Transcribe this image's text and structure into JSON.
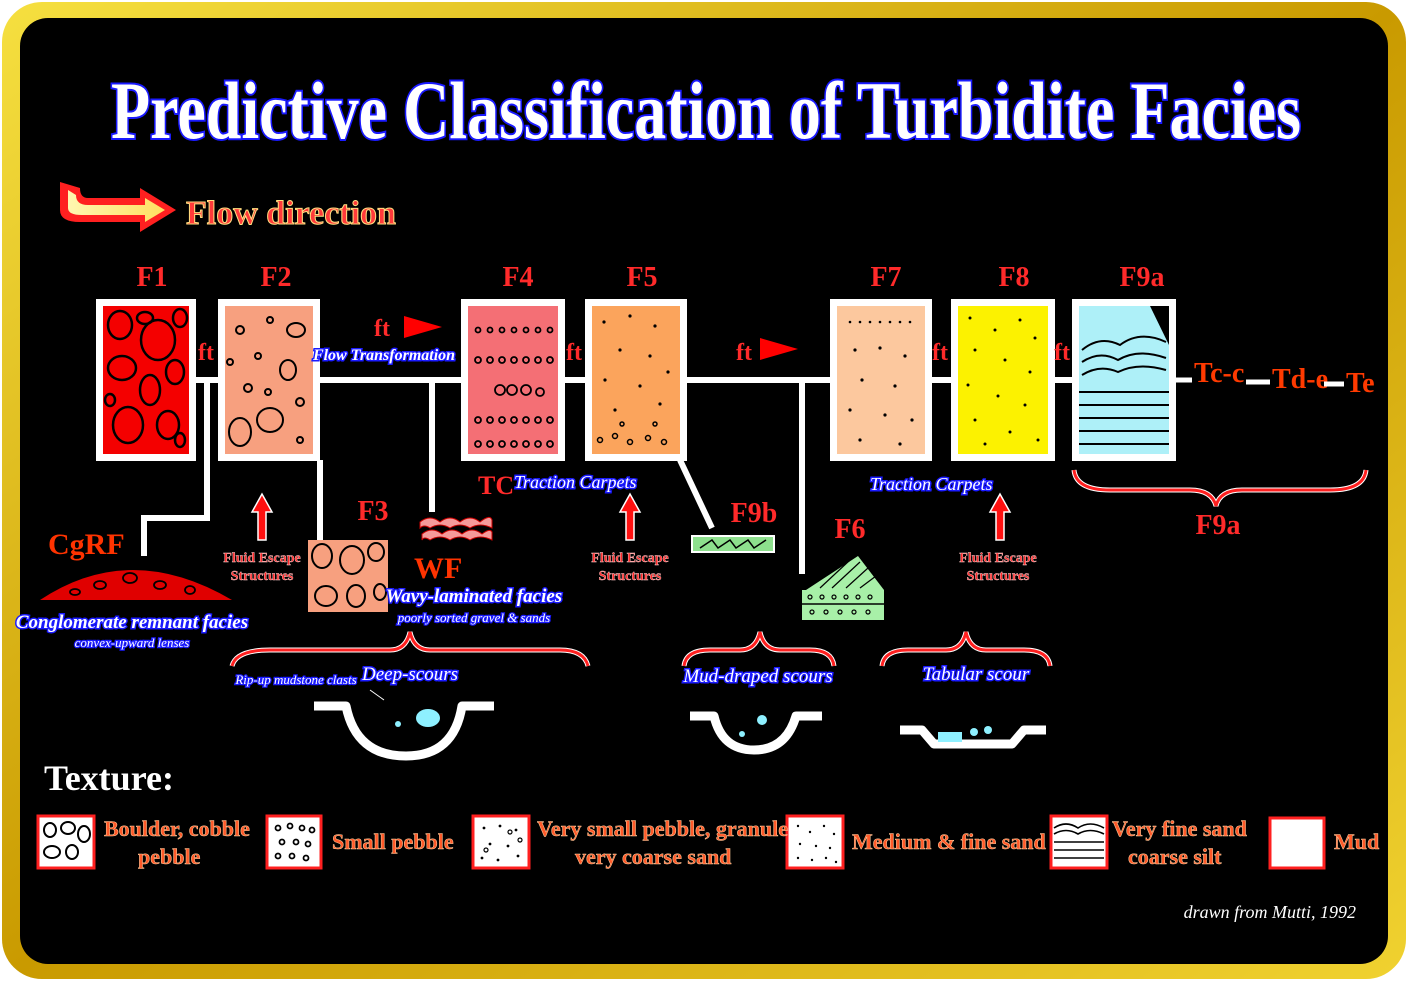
{
  "title": "Predictive Classification of Turbidite Facies",
  "flow_label": "Flow direction",
  "facies": {
    "f1": "F1",
    "f2": "F2",
    "f4": "F4",
    "f5": "F5",
    "f7": "F7",
    "f8": "F8",
    "f9a_top": "F9a",
    "f3": "F3",
    "f9b": "F9b",
    "f6": "F6",
    "f9a_bottom": "F9a"
  },
  "ft": "ft",
  "flow_transformation": "Flow Transformation",
  "tc": "TC",
  "traction_carpets": "Traction Carpets",
  "fluid_escape_1": "Fluid Escape",
  "fluid_escape_2": "Structures",
  "cgrf": "CgRF",
  "cgrf_name": "Conglomerate remnant facies",
  "cgrf_sub": "convex-upward lenses",
  "wf": "WF",
  "wf_name": "Wavy-laminated facies",
  "wf_sub": "poorly sorted gravel & sands",
  "tcc": "Tc-c",
  "tde": "Td-e",
  "te": "Te",
  "rip_up": "Rip-up mudstone clasts",
  "deep_scours": "Deep-scours",
  "mud_draped": "Mud-draped scours",
  "tabular": "Tabular scour",
  "texture_heading": "Texture:",
  "legend": [
    {
      "l1": "Boulder, cobble",
      "l2": "pebble"
    },
    {
      "l1": "Small pebble",
      "l2": ""
    },
    {
      "l1": "Very small pebble, granule",
      "l2": "very coarse sand"
    },
    {
      "l1": "Medium & fine sand",
      "l2": ""
    },
    {
      "l1": "Very fine sand",
      "l2": "coarse silt"
    },
    {
      "l1": "Mud",
      "l2": ""
    }
  ],
  "credit": "drawn from Mutti, 1992",
  "colors": {
    "frame_gold": "#e8c400",
    "box_red": "#f40000",
    "f2": "#f7a07f",
    "f4": "#f46f75",
    "f5": "#fba45c",
    "f7": "#fcc89e",
    "f8": "#fcf200",
    "f9a": "#aef0f8",
    "title_blue": "#1a1aff",
    "label_red": "#ff2a2a"
  }
}
